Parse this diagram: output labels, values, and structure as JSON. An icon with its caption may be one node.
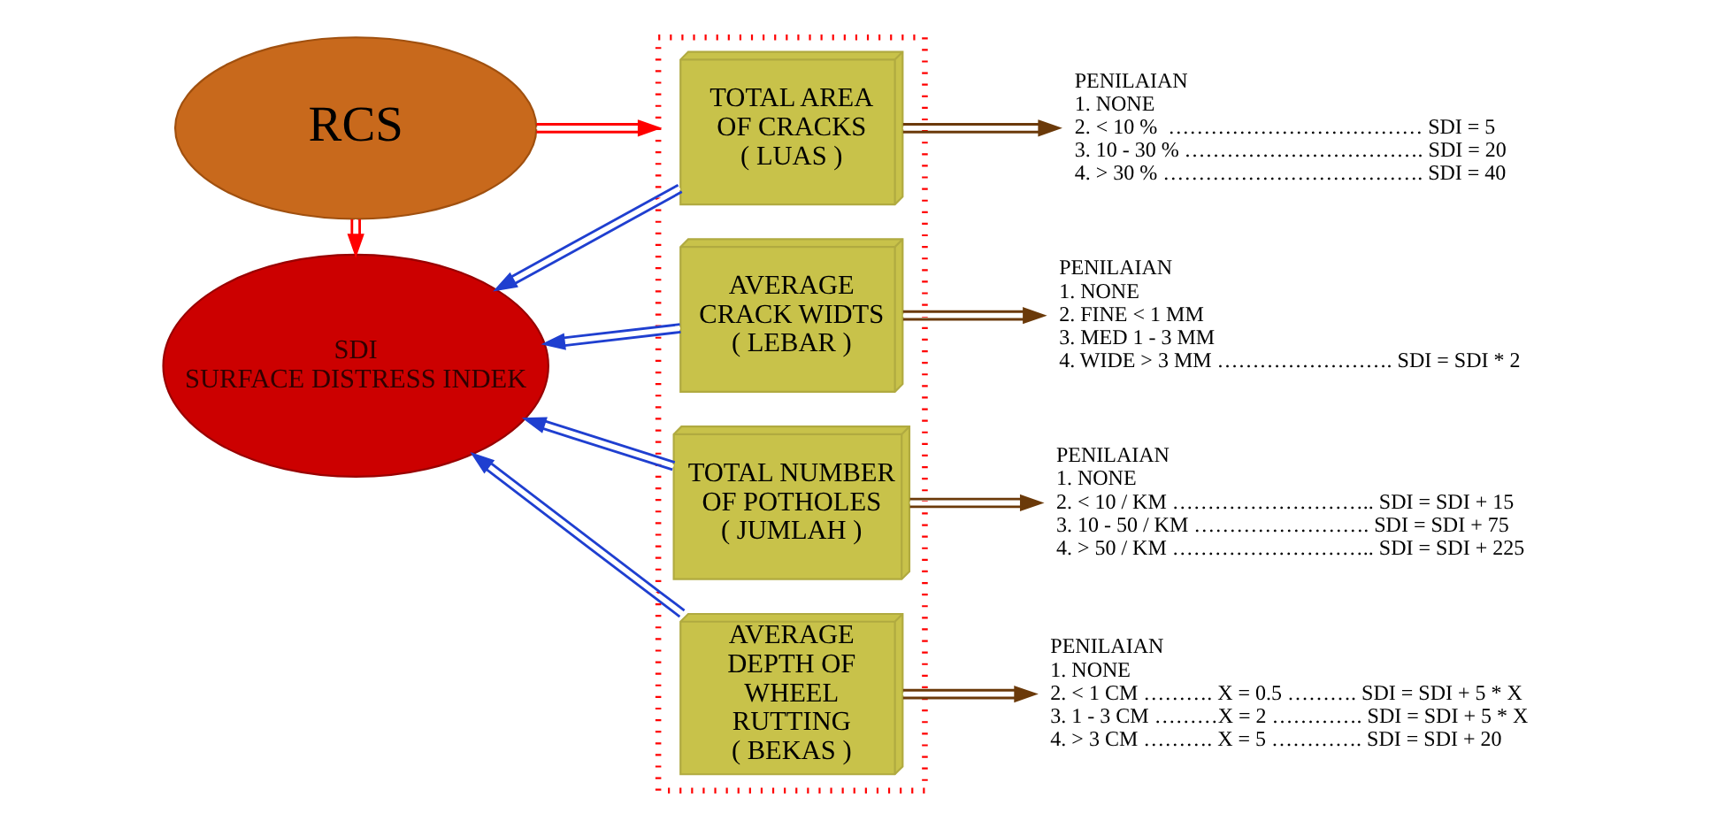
{
  "diagram": {
    "nodes": [
      {
        "text": [
          "RCS"
        ]
      },
      {
        "text": [
          "SDI",
          "SURFACE DISTRESS INDEK"
        ]
      },
      {
        "text": [],
        "shape": "box"
      },
      {
        "text": [
          "TOTAL AREA OF CRACKS ( LUAS )"
        ],
        "in": 2
      },
      {
        "text": [
          "AVERAGE CRACK WIDTS ( LEBAR )"
        ],
        "in": 2
      },
      {
        "text": [
          "TOTAL NUMBER OF POTHOLES ( JUMLAH )"
        ],
        "in": 2
      },
      {
        "text": [
          "AVERAGE DEPTH OF WHEEL RUTTING ( BEKAS )"
        ],
        "in": 2
      },
      {
        "text": [
          "PENILAIAN",
          "1. NONE",
          "2. < 10 %  ……………………………… SDI = 5",
          "3. 10 - 30 % ……………………………. SDI = 20",
          "4. > 30 % ………………………………. SDI = 40"
        ]
      },
      {
        "text": [
          "PENILAIAN",
          "1. NONE",
          "2. FINE < 1 MM",
          "3. MED 1 - 3 MM",
          "4. WIDE > 3 MM ……………………. SDI = SDI * 2"
        ]
      },
      {
        "text": [
          "PENILAIAN",
          "1. NONE",
          "2. < 10 / KM ……………………….. SDI = SDI + 15",
          "3. 10 - 50 / KM ……………………. SDI = SDI + 75",
          "4. > 50 / KM ……………………….. SDI = SDI + 225"
        ]
      },
      {
        "text": [
          "PENILAIAN",
          "1. NONE",
          "2. < 1 CM ………. X = 0.5 ………. SDI = SDI + 5 * X",
          "3. 1 - 3 CM ………X = 2 …………. SDI = SDI + 5 * X",
          "4. > 3 CM ………. X = 5 …………. SDI = SDI + 20"
        ]
      }
    ],
    "edges": [
      {
        "from": 0,
        "to": 2,
        "arrow": "to",
        "color": "#ff0000"
      },
      {
        "from": 0,
        "to": 1,
        "arrow": "to",
        "color": "#ff0000"
      },
      {
        "from": 3,
        "to": 1,
        "arrow": "to",
        "color": "#1f3fd0"
      },
      {
        "from": 4,
        "to": 1,
        "arrow": "to",
        "color": "#1f3fd0"
      },
      {
        "from": 5,
        "to": 1,
        "arrow": "to",
        "color": "#1f3fd0"
      },
      {
        "from": 6,
        "to": 1,
        "arrow": "to",
        "color": "#1f3fd0"
      },
      {
        "from": 3,
        "to": 7,
        "arrow": "to",
        "color": "#6b3a0a"
      },
      {
        "from": 4,
        "to": 8,
        "arrow": "to",
        "color": "#6b3a0a"
      },
      {
        "from": 5,
        "to": 9,
        "arrow": "to",
        "color": "#6b3a0a"
      },
      {
        "from": 6,
        "to": 10,
        "arrow": "to",
        "color": "#6b3a0a"
      }
    ]
  }
}
